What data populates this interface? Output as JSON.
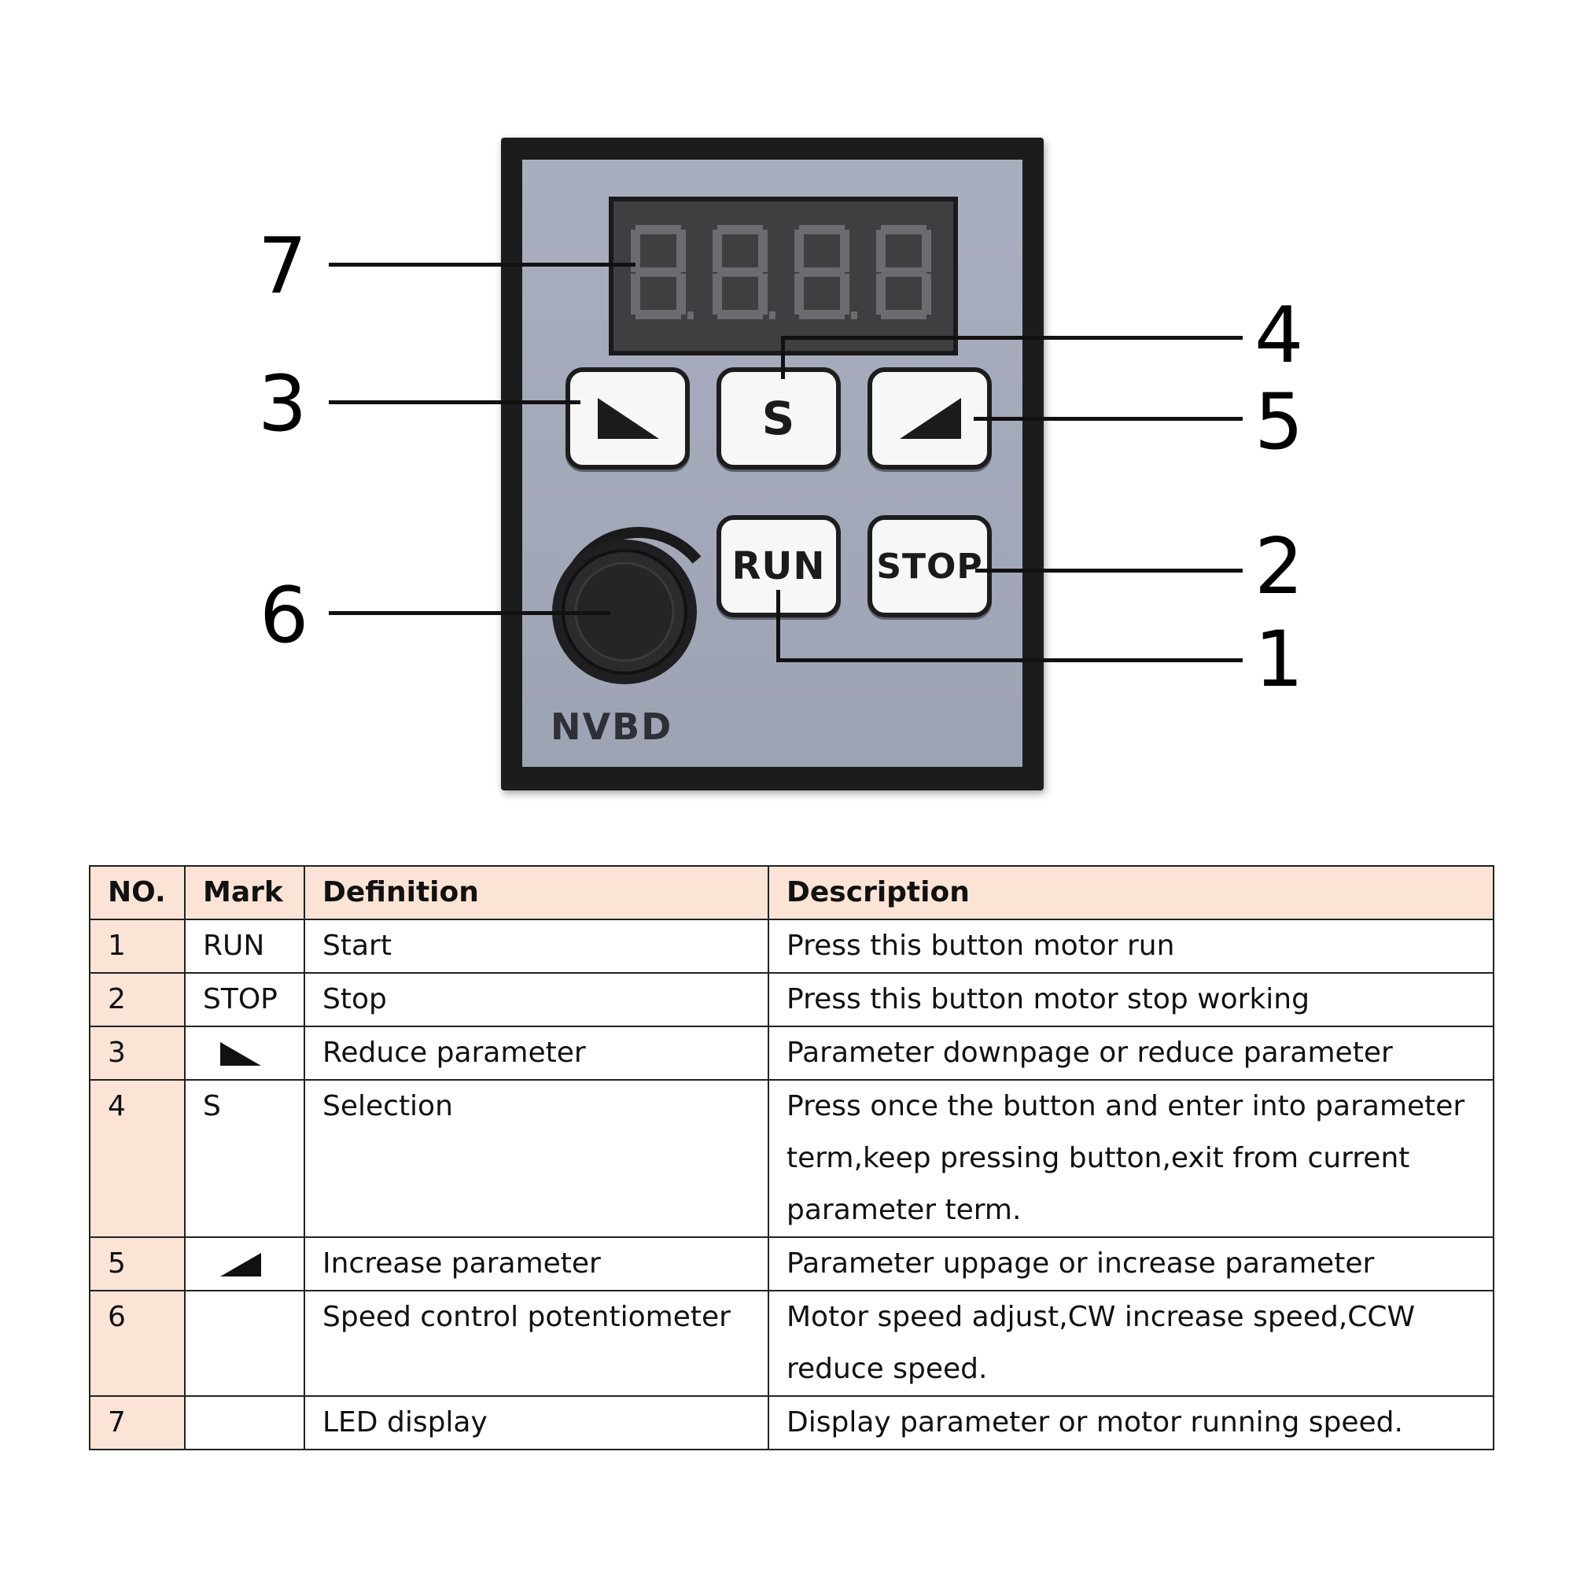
{
  "diagram": {
    "callouts": [
      "7",
      "3",
      "6",
      "4",
      "5",
      "2",
      "1"
    ],
    "display_digits": [
      "8.",
      "8.",
      "8.",
      "8"
    ],
    "keys": {
      "decrease_icon": "triangle-down-right",
      "select_label": "S",
      "increase_icon": "triangle-up-right",
      "run_label": "RUN",
      "stop_label": "STOP"
    },
    "brand": "NVBD",
    "colors": {
      "panel_face": "#a7acbd",
      "frame": "#1c1c1c",
      "table_header": "#fbe4d6",
      "led_off": "#6a6a6e"
    }
  },
  "table": {
    "headers": [
      "NO.",
      "Mark",
      "Definition",
      "Description"
    ],
    "rows": [
      {
        "no": "1",
        "mark": "RUN",
        "definition": "Start",
        "description": "Press this button motor run"
      },
      {
        "no": "2",
        "mark": "STOP",
        "definition": "Stop",
        "description": "Press this button motor stop working"
      },
      {
        "no": "3",
        "mark": "",
        "mark_icon": "triangle-down-right",
        "definition": "Reduce parameter",
        "description": "Parameter downpage or reduce parameter"
      },
      {
        "no": "4",
        "mark": "S",
        "definition": "Selection",
        "description": "Press once the button and enter into parameter term,keep pressing button,exit from current parameter term."
      },
      {
        "no": "5",
        "mark": "",
        "mark_icon": "triangle-up-right",
        "definition": "Increase parameter",
        "description": "Parameter uppage or increase parameter"
      },
      {
        "no": "6",
        "mark": "",
        "definition": "Speed control potentiometer",
        "description": "Motor speed adjust,CW increase speed,CCW reduce speed."
      },
      {
        "no": "7",
        "mark": "",
        "definition": "LED display",
        "description": "Display parameter or motor running speed."
      }
    ]
  }
}
